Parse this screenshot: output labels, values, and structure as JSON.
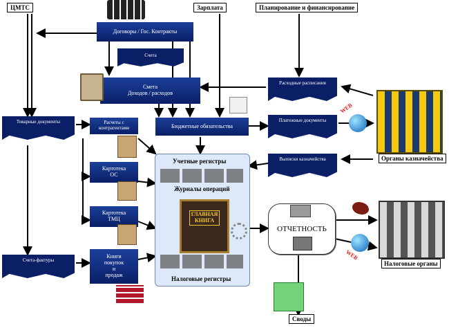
{
  "top_labels": {
    "cmts": "ЦМТС",
    "salary": "Зарплата",
    "planning": "Планирование и финансирование"
  },
  "nodes": {
    "contracts": "Договоры / Гос. Контракты",
    "invoices": "Счета",
    "estimate": "Смета\nДоходов / расходов",
    "budget_obligations": "Бюджетные обязательства",
    "expense_schedules": "Расходные расписания",
    "payment_docs": "Платежные документы",
    "treasury_statements": "Выписки казначейства",
    "goods_docs": "Товарные документы",
    "settlements": "Расчеты с контрагентами",
    "fixed_assets_card": "Картотека\nОС",
    "inventory_card": "Картотека\nТМЦ",
    "purchase_sales_books": "Книги\nпокупок\nи\nпродаж",
    "invoice_facturas": "Счета-фактуры",
    "accounting_registers": "Учетные регистры",
    "operation_journals": "Журналы операций",
    "general_ledger": "ГЛАВНАЯ\nКНИГА",
    "tax_registers": "Налоговые регистры",
    "reporting": "ОТЧЕТНОСТЬ",
    "consolidated": "Своды",
    "treasury_bodies": "Органы казначейства",
    "tax_bodies": "Налоговые органы"
  },
  "web_label": "WEB",
  "colors": {
    "navy": "#0a1f66",
    "panel": "#dde9f8",
    "treasury_building": "#f6c80f",
    "tax_building": "#d9d9d9",
    "web_red": "#e02020"
  }
}
